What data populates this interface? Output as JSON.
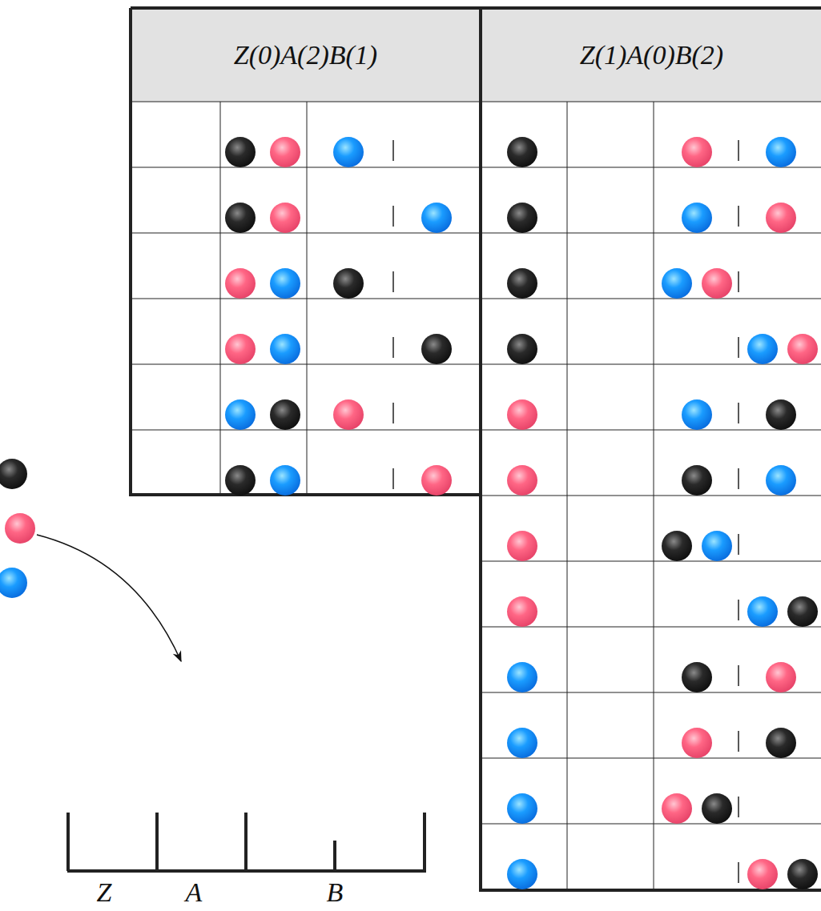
{
  "diagram": {
    "nodes": [
      {
        "text": [
          "Z(0)A(2)B(1)"
        ]
      },
      {
        "text": [
          "Z(1)A(0)B(2)"
        ]
      }
    ],
    "labels": [
      "Z",
      "A",
      "B"
    ]
  }
}
